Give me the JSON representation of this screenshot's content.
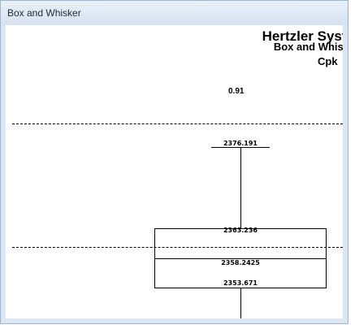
{
  "window": {
    "title": "Box and Whisker"
  },
  "report": {
    "title": "Hertzler Syste",
    "subtitle": "Box and Whisk",
    "metric_label": "Cpk",
    "metric_value": "0.91"
  },
  "chart_data": {
    "type": "box",
    "max": 2376.191,
    "q3": 2363.236,
    "median": 2358.2425,
    "q1": 2353.671,
    "labels": {
      "max": "2376.191",
      "q3": "2363.236",
      "median": "2358.2425",
      "q1": "2353.671"
    }
  }
}
